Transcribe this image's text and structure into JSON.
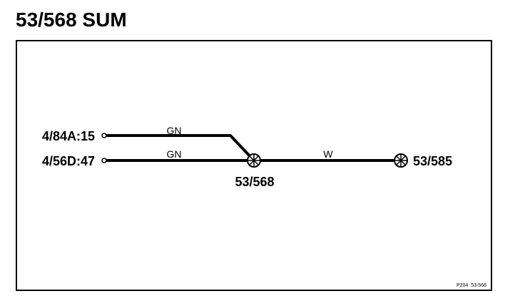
{
  "title": "53/568 SUM",
  "connectors": {
    "top": "4/84A:15",
    "bottom": "4/56D:47"
  },
  "wires": {
    "top_color": "GN",
    "bottom_color": "GN",
    "right_color": "W"
  },
  "splices": {
    "main": "53/568",
    "right": "53/585"
  },
  "reference": "P204  53-568"
}
